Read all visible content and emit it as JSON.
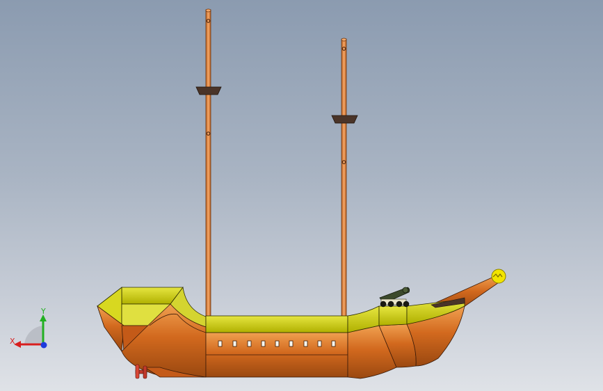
{
  "viewport": {
    "background_top": "#8b9bb0",
    "background_bottom": "#dfe2e7"
  },
  "model": {
    "hull_color": "#d2691e",
    "deck_color": "#c8c800",
    "mast_color": "#e08a46",
    "top_platform_color": "#4a3428",
    "cannon_color": "#3c4a2c",
    "figurehead_color": "#f2e400",
    "porthole_count": 9
  },
  "triad": {
    "x_label": "X",
    "y_label": "Y",
    "x_color": "#d81e1e",
    "y_color": "#22b022",
    "z_color": "#1e3cdc"
  }
}
